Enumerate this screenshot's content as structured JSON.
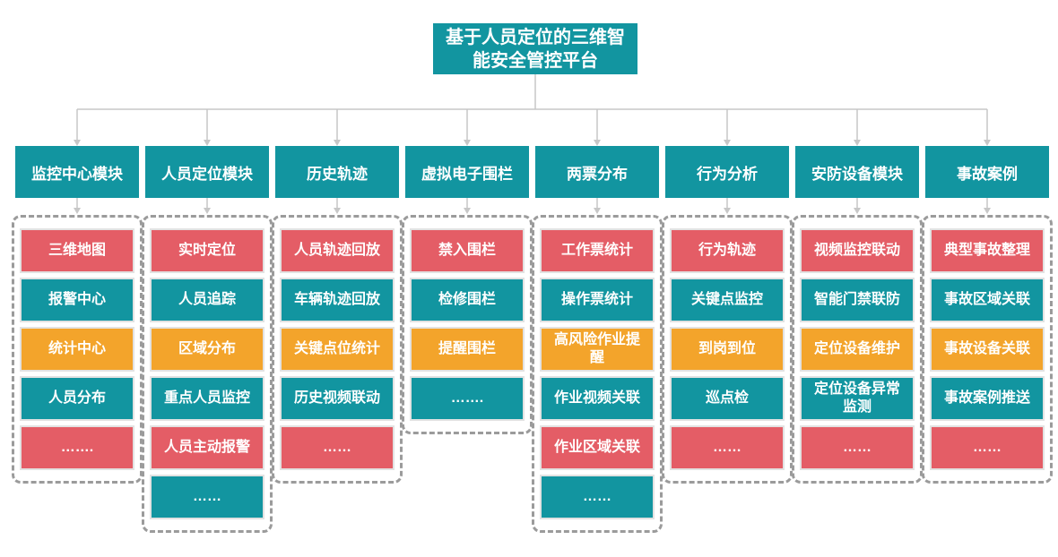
{
  "palette": {
    "teal": "#1295A0",
    "red": "#E45D66",
    "orange": "#F3A42B",
    "line": "#C7C7C7",
    "dash_border": "#9B9B9B",
    "item_border": "#E2E2E2",
    "text": "#FFFFFF"
  },
  "title": {
    "text": "基于人员定位的三维智能安全管控平台"
  },
  "columns": [
    {
      "header": "监控中心模块",
      "items": [
        {
          "label": "三维地图",
          "color": "red"
        },
        {
          "label": "报警中心",
          "color": "teal"
        },
        {
          "label": "统计中心",
          "color": "orange"
        },
        {
          "label": "人员分布",
          "color": "teal"
        },
        {
          "label": "…….",
          "color": "red"
        }
      ]
    },
    {
      "header": "人员定位模块",
      "items": [
        {
          "label": "实时定位",
          "color": "red"
        },
        {
          "label": "人员追踪",
          "color": "teal"
        },
        {
          "label": "区域分布",
          "color": "orange"
        },
        {
          "label": "重点人员监控",
          "color": "teal"
        },
        {
          "label": "人员主动报警",
          "color": "red"
        },
        {
          "label": "……",
          "color": "teal"
        }
      ]
    },
    {
      "header": "历史轨迹",
      "items": [
        {
          "label": "人员轨迹回放",
          "color": "red"
        },
        {
          "label": "车辆轨迹回放",
          "color": "teal"
        },
        {
          "label": "关键点位统计",
          "color": "orange"
        },
        {
          "label": "历史视频联动",
          "color": "teal"
        },
        {
          "label": "……",
          "color": "red"
        }
      ]
    },
    {
      "header": "虚拟电子围栏",
      "items": [
        {
          "label": "禁入围栏",
          "color": "red"
        },
        {
          "label": "检修围栏",
          "color": "teal"
        },
        {
          "label": "提醒围栏",
          "color": "orange"
        },
        {
          "label": "…….",
          "color": "teal"
        }
      ]
    },
    {
      "header": "两票分布",
      "items": [
        {
          "label": "工作票统计",
          "color": "red"
        },
        {
          "label": "操作票统计",
          "color": "teal"
        },
        {
          "label": "高风险作业提醒",
          "color": "orange"
        },
        {
          "label": "作业视频关联",
          "color": "teal"
        },
        {
          "label": "作业区域关联",
          "color": "red"
        },
        {
          "label": "……",
          "color": "teal"
        }
      ]
    },
    {
      "header": "行为分析",
      "items": [
        {
          "label": "行为轨迹",
          "color": "red"
        },
        {
          "label": "关键点监控",
          "color": "teal"
        },
        {
          "label": "到岗到位",
          "color": "orange"
        },
        {
          "label": "巡点检",
          "color": "teal"
        },
        {
          "label": "……",
          "color": "red"
        }
      ]
    },
    {
      "header": "安防设备模块",
      "items": [
        {
          "label": "视频监控联动",
          "color": "red"
        },
        {
          "label": "智能门禁联防",
          "color": "teal"
        },
        {
          "label": "定位设备维护",
          "color": "orange"
        },
        {
          "label": "定位设备异常监测",
          "color": "teal"
        },
        {
          "label": "……",
          "color": "red"
        }
      ]
    },
    {
      "header": "事故案例",
      "items": [
        {
          "label": "典型事故整理",
          "color": "red"
        },
        {
          "label": "事故区域关联",
          "color": "teal"
        },
        {
          "label": "事故设备关联",
          "color": "orange"
        },
        {
          "label": "事故案例推送",
          "color": "teal"
        },
        {
          "label": "……",
          "color": "red"
        }
      ]
    }
  ]
}
